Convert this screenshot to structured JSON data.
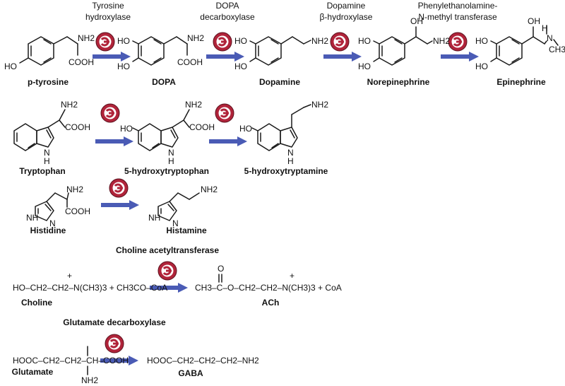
{
  "catecholamine_pathway": {
    "enzymes": [
      "Tyrosine",
      "hydroxylase",
      "DOPA",
      "decarboxylase",
      "Dopamine",
      "β-hydroxylase",
      "Phenylethanolamine-",
      "N-methyl transferase"
    ],
    "compounds": [
      "p-tyrosine",
      "DOPA",
      "Dopamine",
      "Norepinephrine",
      "Epinephrine"
    ]
  },
  "indoleamine_pathway": {
    "compounds": [
      "Tryptophan",
      "5-hydroxytryptophan",
      "5-hydroxytryptamine"
    ]
  },
  "histamine_pathway": {
    "compounds": [
      "Histidine",
      "Histamine"
    ]
  },
  "acetylcholine_pathway": {
    "enzyme": "Choline acetyltransferase",
    "compounds": [
      "Choline",
      "ACh"
    ],
    "reactants_text": "HO–CH2–CH2–N(CH3)3 + CH3CO–CoA",
    "product_text": "CH3–C–O–CH2–CH2–N(CH3)3 + CoA"
  },
  "gaba_pathway": {
    "enzyme": "Glutamate decarboxylase",
    "compounds": [
      "Glutamate",
      "GABA"
    ],
    "reactant_text": "HOOC–CH2–CH2–CH–COOH",
    "product_text": "HOOC–CH2–CH2–CH2–NH2"
  },
  "atoms": {
    "ho": "HO",
    "nh2": "NH2",
    "cooh": "COOH",
    "oh": "OH",
    "nh": "NH",
    "n": "N",
    "h": "H",
    "ch3": "CH3",
    "o": "O",
    "plus": "+"
  },
  "colors": {
    "arrow": "#4a5bb5",
    "enzyme_icon": "#b0243a"
  }
}
